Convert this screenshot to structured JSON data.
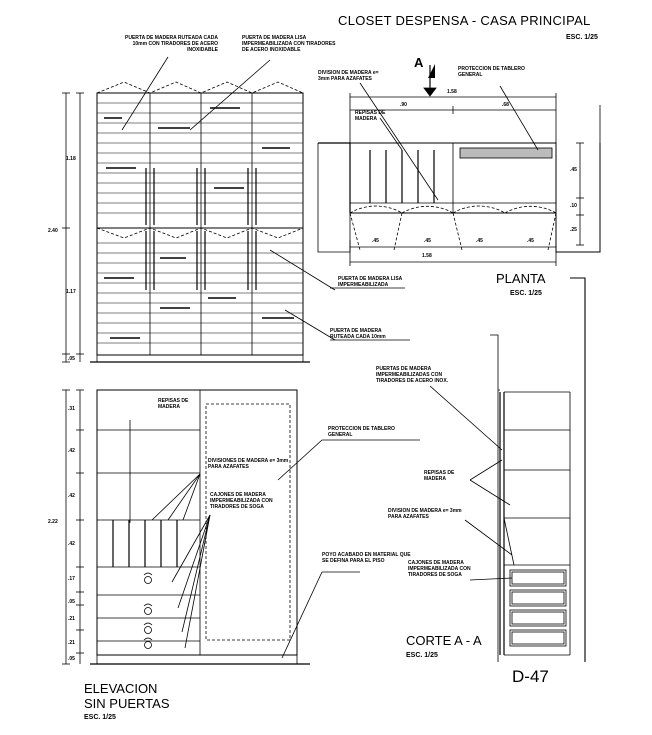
{
  "sheet": {
    "title": "CLOSET DESPENSA - CASA PRINCIPAL",
    "title_scale": "ESC. 1/25",
    "sheet_number": "D-47",
    "section_marker": "A"
  },
  "elevation_with_doors": {
    "notes": {
      "door_rutted_top": "PUERTA DE MADERA RUTEADA CADA 10mm CON TIRADORES DE ACERO INOXIDABLE",
      "door_smooth_top": "PUERTA DE MADERA LISA IMPERMEABILIZADA CON TIRADORES DE ACERO INOXIDABLE",
      "door_smooth_mid": "PUERTA DE MADERA LISA IMPERMEABILIZADA",
      "door_rutted_mid": "PUERTA DE MADERA RUTEADA CADA 10mm"
    },
    "dims": {
      "total": "2.40",
      "upper": "1.18",
      "lower": "1.17",
      "base": ".05"
    }
  },
  "plan": {
    "label": "PLANTA",
    "scale": "ESC. 1/25",
    "notes": {
      "divider": "DIVISION DE MADERA e= 3mm PARA AZAFATES",
      "shelves": "REPISAS DE MADERA",
      "board_protection": "PROTECCION DE TABLERO GENERAL"
    },
    "dims": {
      "top_width": "1.58",
      "left_part": ".90",
      "right_part": ".68",
      "depth_a": ".45",
      "depth_b": ".10",
      "depth_c": ".25",
      "door_1": ".45",
      "door_2": ".45",
      "door_3": ".45",
      "door_4": ".45",
      "bottom_width": "1.58"
    }
  },
  "elevation_without_doors": {
    "label_line1": "ELEVACION",
    "label_line2": "SIN PUERTAS",
    "scale": "ESC. 1/25",
    "notes": {
      "shelves": "REPISAS DE MADERA",
      "board_protection": "PROTECCION DE TABLERO GENERAL",
      "dividers": "DIVISIONES DE MADERA e= 3mm PARA AZAFATES",
      "drawers": "CAJONES DE MADERA IMPERMEABILIZADA CON TIRADORES DE SOGA",
      "plinth": "POYO ACABADO EN MATERIAL QUE SE DEFINA PARA EL PISO"
    },
    "dims": {
      "total": "2.22",
      "d1": ".31",
      "d2": ".42",
      "d3": ".42",
      "d4": ".42",
      "d5": ".17",
      "d6": ".05",
      "d7": ".21",
      "d8": ".21",
      "d9": ".05"
    }
  },
  "section": {
    "label": "CORTE A - A",
    "scale": "ESC. 1/25",
    "notes": {
      "doors": "PUERTAS DE MADERA IMPERMEABILIZADAS CON TIRADORES DE ACERO INOX.",
      "shelves": "REPISAS DE MADERA",
      "divider": "DIVISION DE MADERA e= 3mm PARA AZAFATES",
      "drawers": "CAJONES DE MADERA IMPERMEABILIZADA CON TIRADORES DE SOGA"
    }
  }
}
